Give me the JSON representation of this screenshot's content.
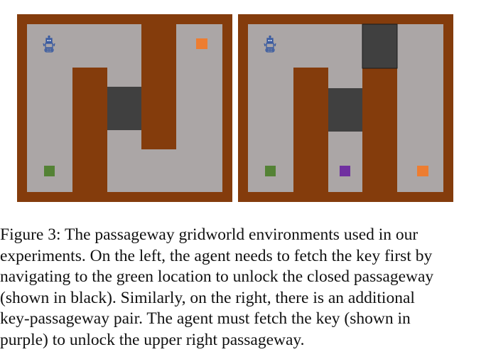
{
  "colors": {
    "wall": "#843C0C",
    "floor": "#ABA6A6",
    "passageway": "#404040",
    "start_key": "#548235",
    "goal": "#ED7D31",
    "extra_key": "#7030A0",
    "agent": "#3A5BA0"
  },
  "figure": {
    "left_env": {
      "agent_icon": "robot-icon",
      "objects": [
        "green-key",
        "orange-goal",
        "closed-passageway"
      ]
    },
    "right_env": {
      "agent_icon": "robot-icon",
      "objects": [
        "green-key",
        "purple-key",
        "orange-goal",
        "closed-passageway",
        "upper-right-passageway"
      ]
    }
  },
  "caption": {
    "lines": [
      "Figure 3:  The passageway gridworld environments used in our",
      "experiments. On the left, the agent needs to fetch the key first by",
      "navigating to the green location to unlock the closed passageway",
      "(shown in black).  Similarly, on the right, there is an additional",
      "key-passageway pair.  The agent must fetch the key (shown in",
      "purple) to unlock the upper right passageway."
    ]
  }
}
